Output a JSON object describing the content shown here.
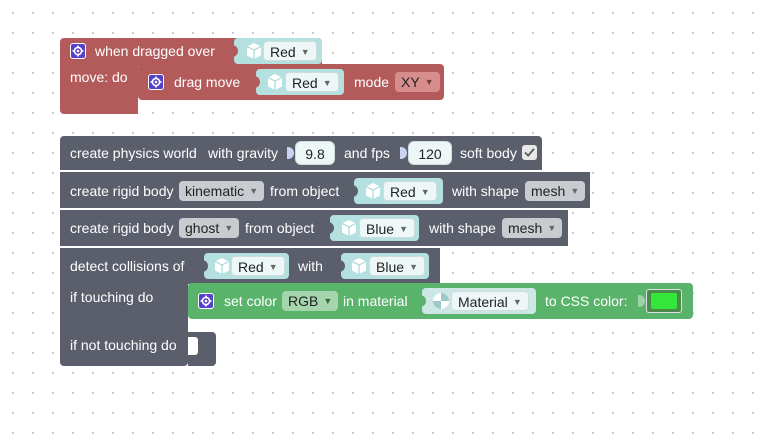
{
  "drag_block": {
    "header": "when dragged over",
    "target_mesh": "Red",
    "move_label": "move: do",
    "drag_move_label": "drag move",
    "drag_mesh": "Red",
    "mode_label": "mode",
    "mode_value": "XY"
  },
  "physics_block": {
    "label": "create physics world",
    "gravity_label": "with gravity",
    "gravity_value": "9.8",
    "fps_label": "and fps",
    "fps_value": "120",
    "soft_body_label": "soft body",
    "soft_body_checked": true
  },
  "rigid_body_1": {
    "label": "create rigid body",
    "type": "kinematic",
    "from_label": "from object",
    "object": "Red",
    "shape_label": "with shape",
    "shape": "mesh"
  },
  "rigid_body_2": {
    "label": "create rigid body",
    "type": "ghost",
    "from_label": "from object",
    "object": "Blue",
    "shape_label": "with shape",
    "shape": "mesh"
  },
  "collision_block": {
    "label": "detect collisions of",
    "object_a": "Red",
    "with_label": "with",
    "object_b": "Blue",
    "if_touching_label": "if touching do",
    "if_not_touching_label": "if not touching do"
  },
  "set_color_block": {
    "label": "set color",
    "color_mode": "RGB",
    "in_material_label": "in material",
    "material": "Material",
    "css_label": "to CSS color:",
    "color_value": "#35e63a"
  },
  "colors": {
    "event_block": "#b35b5b",
    "physics_block": "#5b5f6b",
    "material_block": "#5ab36a",
    "mesh_slot": "#b4e0e0"
  },
  "icons": [
    "gear-icon",
    "cube-icon",
    "material-sphere-icon",
    "checkmark-icon"
  ]
}
